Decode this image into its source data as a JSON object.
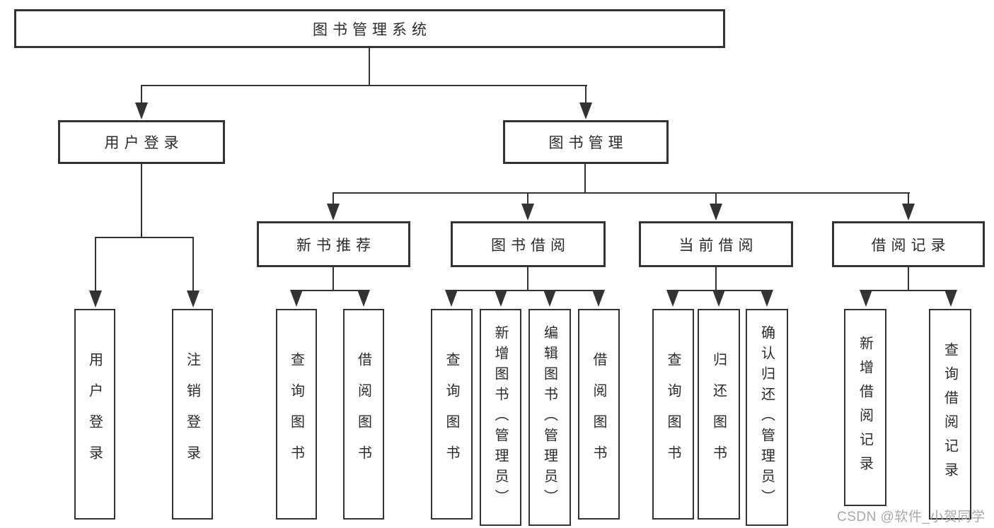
{
  "diagram": {
    "root": "图书管理系统",
    "level2": [
      "用户登录",
      "图书管理"
    ],
    "level3": [
      "新书推荐",
      "图书借阅",
      "当前借阅",
      "借阅记录"
    ],
    "leaves": [
      "用户登录",
      "注销登录",
      "查询图书",
      "借阅图书",
      "查询图书",
      "新增图书（管理员）",
      "编辑图书（管理员）",
      "借阅图书",
      "查询图书",
      "归还图书",
      "确认归还（管理员）",
      "新增借阅记录",
      "查询借阅记录"
    ],
    "colors": {
      "line": "#333333",
      "text": "#2b2b2b",
      "background": "#ffffff",
      "watermark": "#a8a8a8"
    }
  },
  "watermark": "CSDN @软件_小贺同学"
}
